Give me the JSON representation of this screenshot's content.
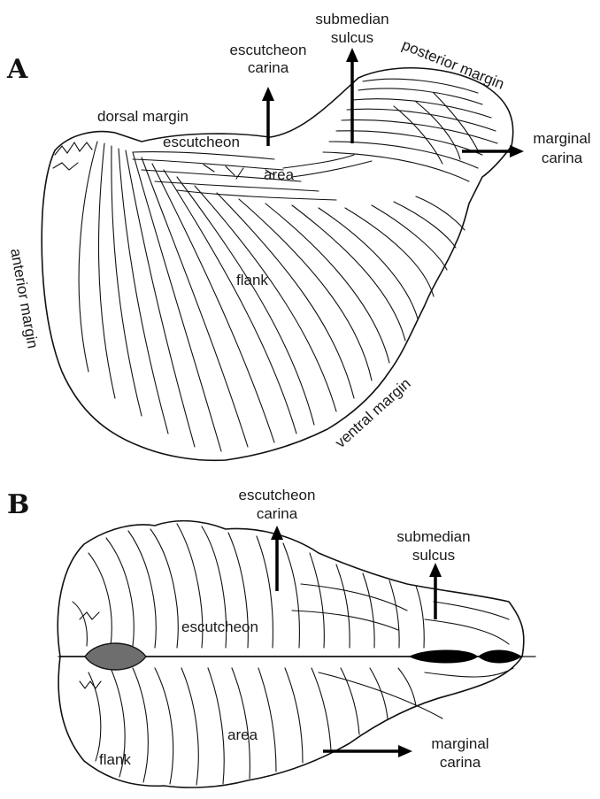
{
  "panels": {
    "a": {
      "letter": "A",
      "labels": {
        "escutcheon_carina_1": "escutcheon",
        "escutcheon_carina_2": "carina",
        "submedian_sulcus_1": "submedian",
        "submedian_sulcus_2": "sulcus",
        "posterior_margin": "posterior margin",
        "dorsal_margin": "dorsal margin",
        "escutcheon": "escutcheon",
        "area": "area",
        "marginal_carina_1": "marginal",
        "marginal_carina_2": "carina",
        "anterior_margin": "anterior margin",
        "flank": "flank",
        "ventral_margin": "ventral margin"
      }
    },
    "b": {
      "letter": "B",
      "labels": {
        "escutcheon_carina_1": "escutcheon",
        "escutcheon_carina_2": "carina",
        "submedian_sulcus_1": "submedian",
        "submedian_sulcus_2": "sulcus",
        "escutcheon": "escutcheon",
        "area": "area",
        "flank": "flank",
        "marginal_carina_1": "marginal",
        "marginal_carina_2": "carina"
      }
    }
  },
  "colors": {
    "ink": "#111111",
    "background": "#ffffff",
    "muscle_scar_fill": "#6e6e6e",
    "ligament_fill": "#000000"
  }
}
